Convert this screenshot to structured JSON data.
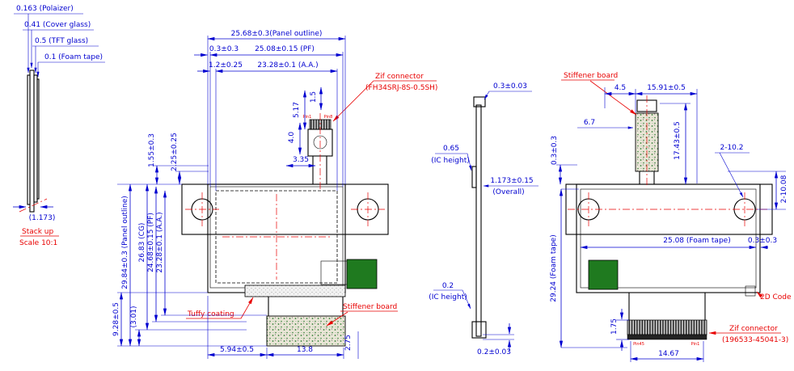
{
  "colors": {
    "dimension_blue": "#0000d0",
    "annotation_red": "#e80000",
    "outline_black": "#000000",
    "stiffener_green": "#1f7a1f"
  },
  "stackup": {
    "polarizer": "0.163 (Polaizer)",
    "cover_glass": "0.41 (Cover glass)",
    "tft_glass": "0.5 (TFT glass)",
    "foam_tape": "0.1 (Foam tape)",
    "total": "(1.173)",
    "title": "Stack up",
    "scale": "Scale 10:1"
  },
  "front": {
    "panel_outline_w": "25.68±0.3(Panel outline)",
    "offset_03": "0.3±0.3",
    "pf_w": "25.08±0.15 (PF)",
    "offset_12": "1.2±0.25",
    "aa_w": "23.28±0.1 (A.A.)",
    "zif_line1": "Zif connector",
    "zif_line2": "(FH34SRJ-8S-0.5SH)",
    "pin1": "Pin1",
    "pin8": "Pin8",
    "d517": "5.17",
    "d15": "1.5",
    "d40": "4.0",
    "d335": "3.35",
    "d155": "1.55±0.3",
    "d225": "2.25±0.25",
    "panel_outline_h": "29.84±0.3 (Panel outline)",
    "cg_h": "26.83 (CG)",
    "pf_h": "24.68±0.15 (PF)",
    "aa_h": "23.28±0.1 (A.A.)",
    "d928": "9.28±0.5",
    "d301": "(3.01)",
    "tuffy": "Tuffy coating",
    "stiffener": "Stiffener board",
    "d594": "5.94±0.5",
    "d138": "13.8",
    "d275": "2.75"
  },
  "side": {
    "top": "0.3±0.03",
    "ic_top_val": "0.65",
    "ic_top_lbl": "(IC height)",
    "overall_val": "1.173±0.15",
    "overall_lbl": "(Overall)",
    "ic_bot_val": "0.2",
    "ic_bot_lbl": "(IC height)",
    "bottom": "0.2±0.03"
  },
  "back": {
    "stiffener": "Stiffener board",
    "d45": "4.5",
    "d1591": "15.91±0.5",
    "d67": "6.7",
    "d1743": "17.43±0.5",
    "holes": "2-10.2",
    "offset_left": "0.3±0.3",
    "holes_r": "2-10.08",
    "foam_w": "25.08 (Foam tape)",
    "foam_offset": "0.3±0.3",
    "foam_h": "29.24 (Foam tape)",
    "code": "2D Code",
    "d175": "1.75",
    "zif_line1": "Zif connector",
    "zif_line2": "(196533-45041-3)",
    "pin45": "Pin45",
    "pin1": "Pin1",
    "d1467": "14.67"
  }
}
